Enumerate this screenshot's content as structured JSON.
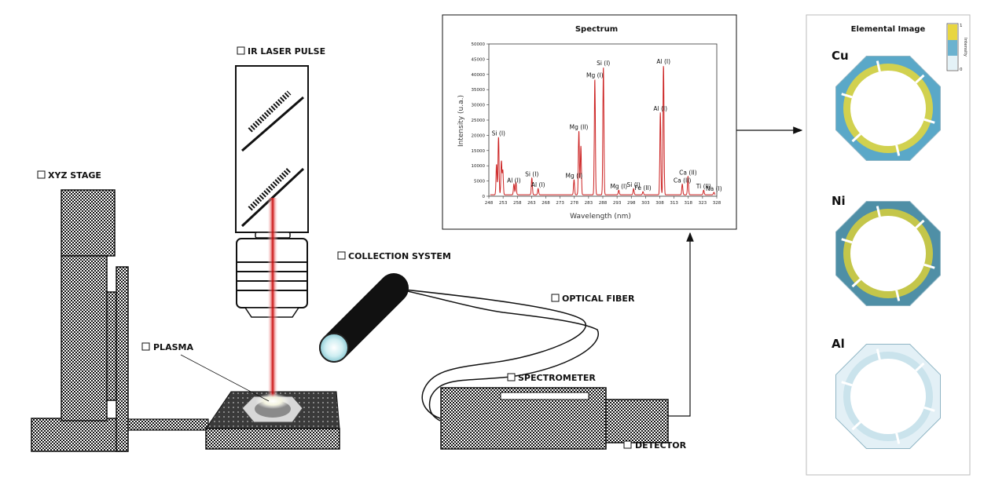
{
  "labels": {
    "ir_laser_pulse": "IR LASER PULSE",
    "xyz_stage": "XYZ STAGE",
    "collection_system": "COLLECTION SYSTEM",
    "optical_fiber": "OPTICAL FIBER",
    "plasma": "PLASMA",
    "spectrometer": "SPECTROMETER",
    "detector": "DETECTOR"
  },
  "spectrum": {
    "title": "Spectrum",
    "xlabel": "Wavelength (nm)",
    "ylabel": "Intensity (u.a.)",
    "line_color": "#cc2222"
  },
  "chart_data": {
    "type": "line",
    "title": "Spectrum",
    "xlabel": "Wavelength (nm)",
    "ylabel": "Intensity (u.a.)",
    "xlim": [
      248,
      328
    ],
    "ylim": [
      0,
      50000
    ],
    "xticks": [
      "248",
      "253",
      "258",
      "263",
      "268",
      "273",
      "278",
      "283",
      "288",
      "293",
      "298",
      "303",
      "308",
      "313",
      "318",
      "323",
      "328"
    ],
    "yticks": [
      "0",
      "5000",
      "10000",
      "15000",
      "20000",
      "25000",
      "30000",
      "35000",
      "40000",
      "45000",
      "50000"
    ],
    "peaks": [
      {
        "x": 251.4,
        "y": 19000,
        "label": "Si (I)"
      },
      {
        "x": 250.7,
        "y": 10000,
        "label": ""
      },
      {
        "x": 252.4,
        "y": 11000,
        "label": ""
      },
      {
        "x": 252.9,
        "y": 8000,
        "label": ""
      },
      {
        "x": 256.8,
        "y": 3500,
        "label": "Al (I)"
      },
      {
        "x": 257.5,
        "y": 4000,
        "label": ""
      },
      {
        "x": 263.1,
        "y": 5500,
        "label": "Si (I)"
      },
      {
        "x": 265.3,
        "y": 2000,
        "label": "Al (I)"
      },
      {
        "x": 277.9,
        "y": 5000,
        "label": "Mg (I)"
      },
      {
        "x": 279.6,
        "y": 21000,
        "label": "Mg (II)"
      },
      {
        "x": 280.3,
        "y": 16000,
        "label": ""
      },
      {
        "x": 285.2,
        "y": 38000,
        "label": "Mg (I)"
      },
      {
        "x": 288.2,
        "y": 42000,
        "label": "Si (I)"
      },
      {
        "x": 293.6,
        "y": 1500,
        "label": "Mg (I)"
      },
      {
        "x": 298.8,
        "y": 2000,
        "label": "Si (I)"
      },
      {
        "x": 302.1,
        "y": 1000,
        "label": "Fe (II)"
      },
      {
        "x": 308.2,
        "y": 27000,
        "label": "Al (I)"
      },
      {
        "x": 309.3,
        "y": 42500,
        "label": "Al (I)"
      },
      {
        "x": 315.9,
        "y": 3500,
        "label": "Ca (II)"
      },
      {
        "x": 317.9,
        "y": 6000,
        "label": "Ca (II)"
      },
      {
        "x": 323.4,
        "y": 1500,
        "label": "Ti (II)"
      },
      {
        "x": 327.0,
        "y": 800,
        "label": "Na (I)"
      }
    ]
  },
  "elemental": {
    "title": "Elemental Image",
    "colorbar_max": "1",
    "colorbar_min": "0",
    "colorbar_label": "Intensity",
    "maps": [
      {
        "element": "Cu",
        "fill": "#5aa8c8",
        "accent": "#e6d83a"
      },
      {
        "element": "Ni",
        "fill": "#4f8fa6",
        "accent": "#d8d03a"
      },
      {
        "element": "Al",
        "fill": "#e3f0f6",
        "accent": "#c6e0ea"
      }
    ]
  }
}
